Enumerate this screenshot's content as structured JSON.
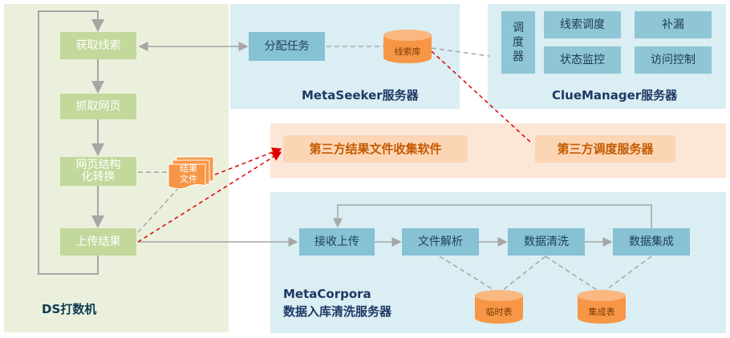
{
  "ds": {
    "title": "DS打数机",
    "steps": [
      "获取线索",
      "抓取网页",
      "网页结构\n化转换",
      "上传结果"
    ],
    "result_file": "结果\n文件"
  },
  "metaseeker": {
    "title": "MetaSeeker服务器",
    "assign_task": "分配任务",
    "clue_db": "线索库"
  },
  "cluemanager": {
    "title": "ClueManager服务器",
    "schedule_vertical": "调\n度\n器",
    "items": [
      "线索调度",
      "补漏",
      "状态监控",
      "访问控制"
    ]
  },
  "third_party": {
    "collector": "第三方结果文件收集软件",
    "scheduler": "第三方调度服务器"
  },
  "metacorpora": {
    "title_line1": "MetaCorpora",
    "title_line2": "数据入库清洗服务器",
    "steps": [
      "接收上传",
      "文件解析",
      "数据清洗",
      "数据集成"
    ],
    "temp_table": "临时表",
    "integrated_table": "集成表"
  }
}
